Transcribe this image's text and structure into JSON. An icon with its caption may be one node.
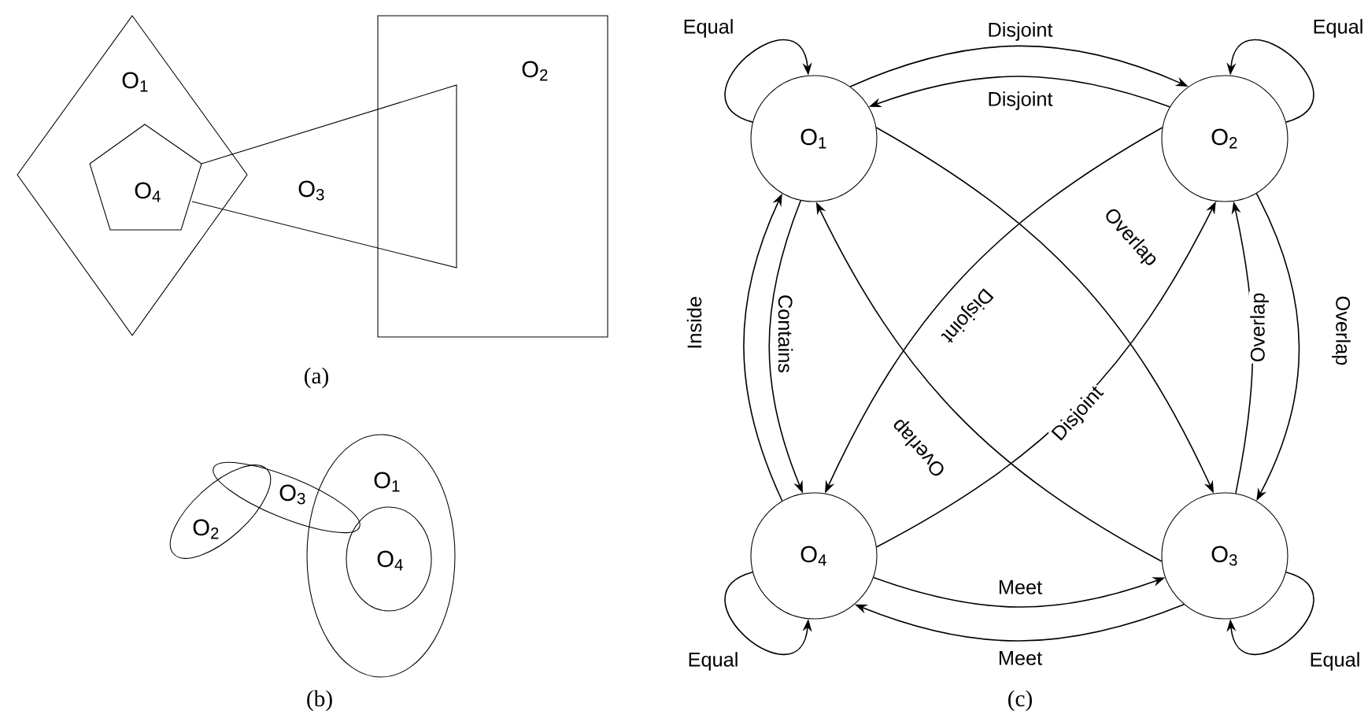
{
  "diagram": {
    "nodes": [
      {
        "text": [
          "O$_{1}$"
        ]
      },
      {
        "text": [
          "O$_{4}$"
        ],
        "in": 0
      },
      {
        "text": [
          "O$_{3}$"
        ]
      },
      {
        "text": [
          "O$_{2}$"
        ]
      },
      {
        "text": [
          "O$_{2}$"
        ]
      },
      {
        "text": [
          "O$_{3}$"
        ]
      },
      {
        "text": [
          "O$_{1}$"
        ]
      },
      {
        "text": [
          "O$_{4}$"
        ],
        "in": 6
      },
      {
        "text": [
          "O$_{1}$"
        ]
      },
      {
        "text": [
          "O$_{2}$"
        ]
      },
      {
        "text": [
          "O$_{4}$"
        ]
      },
      {
        "text": [
          "O$_{3}$"
        ]
      }
    ],
    "edges": [
      {
        "from": 8,
        "to": 8,
        "arrow": "to",
        "label": "Equal"
      },
      {
        "from": 9,
        "to": 9,
        "arrow": "to",
        "label": "Equal"
      },
      {
        "from": 10,
        "to": 10,
        "arrow": "to",
        "label": "Equal"
      },
      {
        "from": 11,
        "to": 11,
        "arrow": "to",
        "label": "Equal"
      },
      {
        "from": 8,
        "to": 9,
        "arrow": "to",
        "label": "Disjoint"
      },
      {
        "from": 9,
        "to": 8,
        "arrow": "to",
        "label": "Disjoint"
      },
      {
        "from": 8,
        "to": 11,
        "arrow": "to",
        "label": "Overlap"
      },
      {
        "from": 9,
        "to": 10,
        "arrow": "to",
        "label": "Disjoint"
      },
      {
        "from": 11,
        "to": 8,
        "arrow": "to",
        "label": "Overlap"
      },
      {
        "from": 10,
        "to": 9,
        "arrow": "to",
        "label": "Disjoint"
      },
      {
        "from": 10,
        "to": 8,
        "arrow": "to",
        "label": "Inside"
      },
      {
        "from": 8,
        "to": 10,
        "arrow": "to",
        "label": "Contains"
      },
      {
        "from": 11,
        "to": 9,
        "arrow": "to",
        "label": "Overlap"
      },
      {
        "from": 9,
        "to": 11,
        "arrow": "to",
        "label": "Overlap"
      },
      {
        "from": 10,
        "to": 11,
        "arrow": "to",
        "label": "Meet"
      },
      {
        "from": 11,
        "to": 10,
        "arrow": "to",
        "label": "Meet"
      }
    ],
    "labels": [
      "(a)",
      "(b)",
      "(c)"
    ]
  }
}
